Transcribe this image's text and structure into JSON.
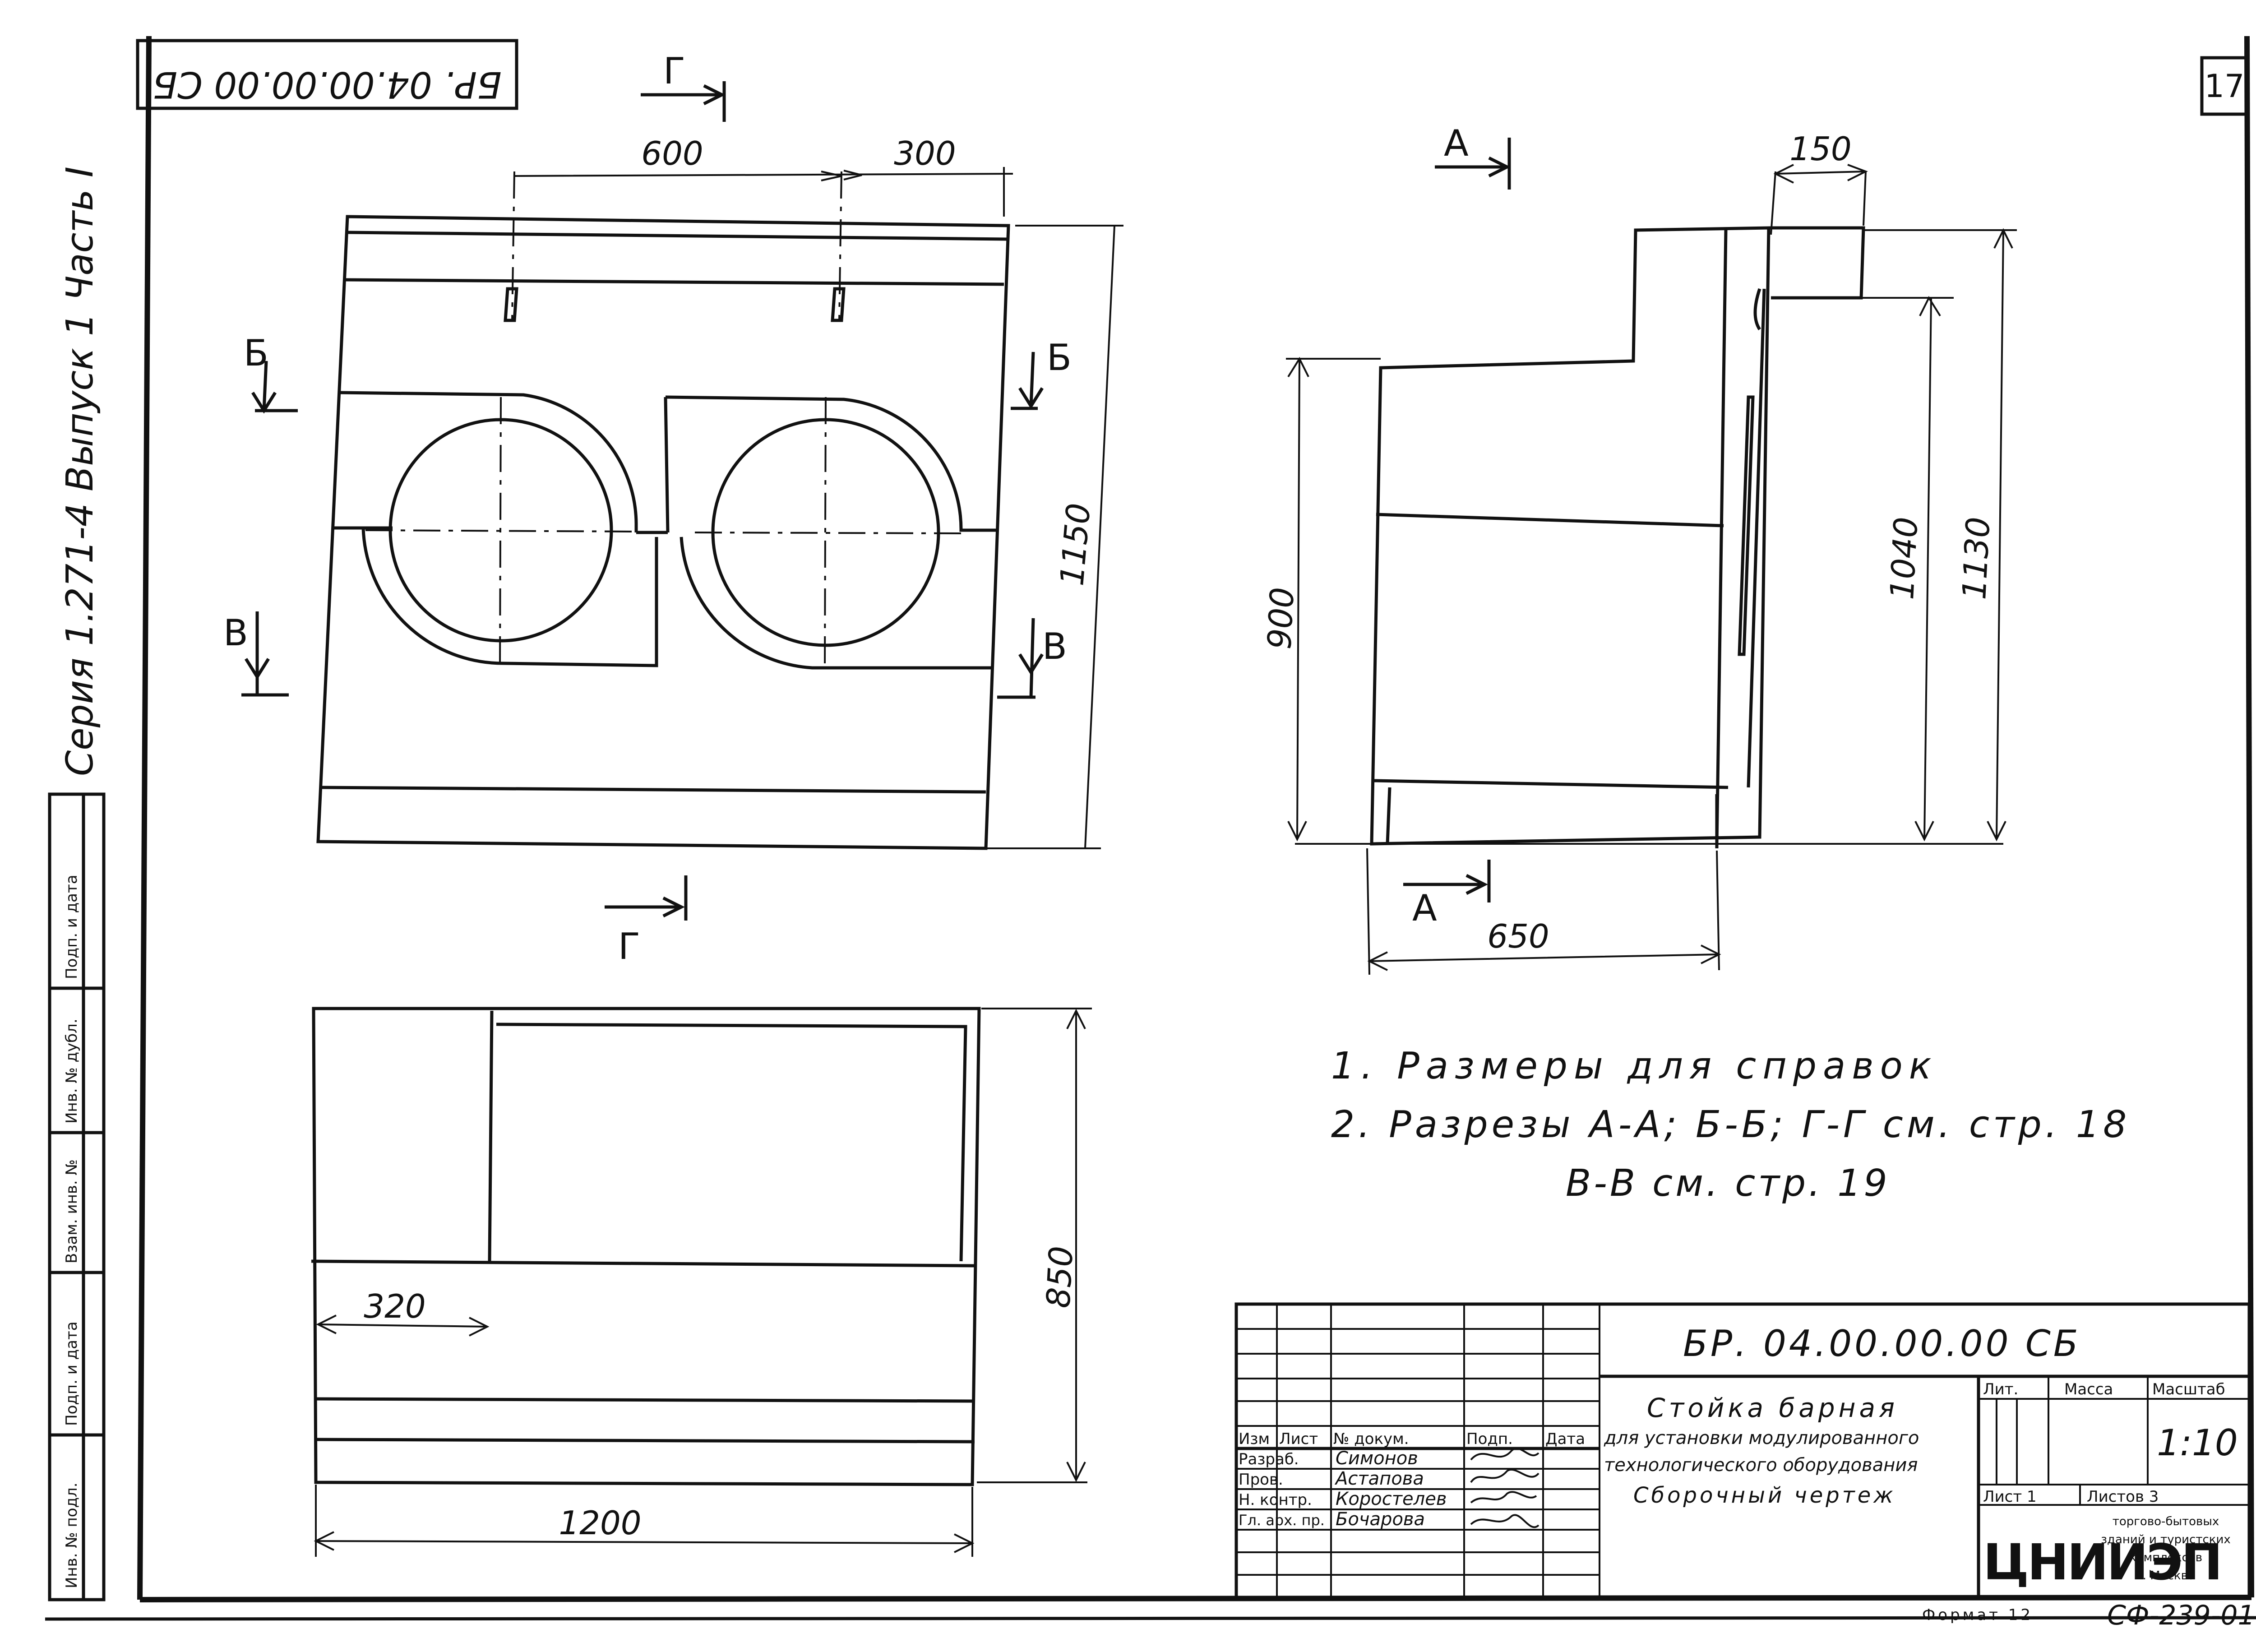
{
  "sheet": {
    "page_number": "17",
    "doc_code_rotated": "БР. 04.00.00.00 СБ",
    "series_text": "Серия 1.271-4 Выпуск 1 Часть I",
    "format_label": "Формат 12",
    "code_bottom": "СФ-239-01"
  },
  "side_stamp": [
    "Инв. № подл.",
    "Подп. и дата",
    "Взам. инв. №",
    "Инв. № дубл.",
    "Подп. и дата"
  ],
  "front_view": {
    "dim_top_left": "600",
    "dim_top_right": "300",
    "dim_height": "1150",
    "section_b": "Б",
    "section_v": "В",
    "section_g": "Г"
  },
  "side_view": {
    "dim_top": "150",
    "dim_900": "900",
    "dim_1040": "1040",
    "dim_1130": "1130",
    "dim_650": "650",
    "section_a": "А"
  },
  "plan_view": {
    "dim_320": "320",
    "dim_850": "850",
    "dim_1200": "1200"
  },
  "notes": [
    "1. Размеры для справок",
    "2. Разрезы   А-А; Б-Б; Г-Г см. стр. 18",
    "В-В см. стр. 19"
  ],
  "title_block": {
    "designation": "БР. 04.00.00.00 СБ",
    "title_lines": [
      "Стойка барная",
      "для установки модулированного",
      "технологического оборудования",
      "Сборочный чертеж"
    ],
    "col_headers": [
      "Изм",
      "Лист",
      "№ докум.",
      "Подп.",
      "Дата"
    ],
    "signers": [
      {
        "role": "Разраб.",
        "name": "Симонов"
      },
      {
        "role": "Пров.",
        "name": "Астапова"
      },
      {
        "role": "Н. контр.",
        "name": "Коростелев"
      },
      {
        "role": "Гл. арх. пр.",
        "name": "Бочарова"
      }
    ],
    "lit_label": "Лит.",
    "mass_label": "Масса",
    "scale_label": "Масштаб",
    "scale_value": "1:10",
    "sheet_label": "Лист 1",
    "sheets_label": "Листов 3",
    "org_logo": "ЦНИИЭП",
    "org_lines": [
      "торгово-бытовых",
      "зданий и туристских",
      "комплексов",
      "г. Москва"
    ]
  }
}
